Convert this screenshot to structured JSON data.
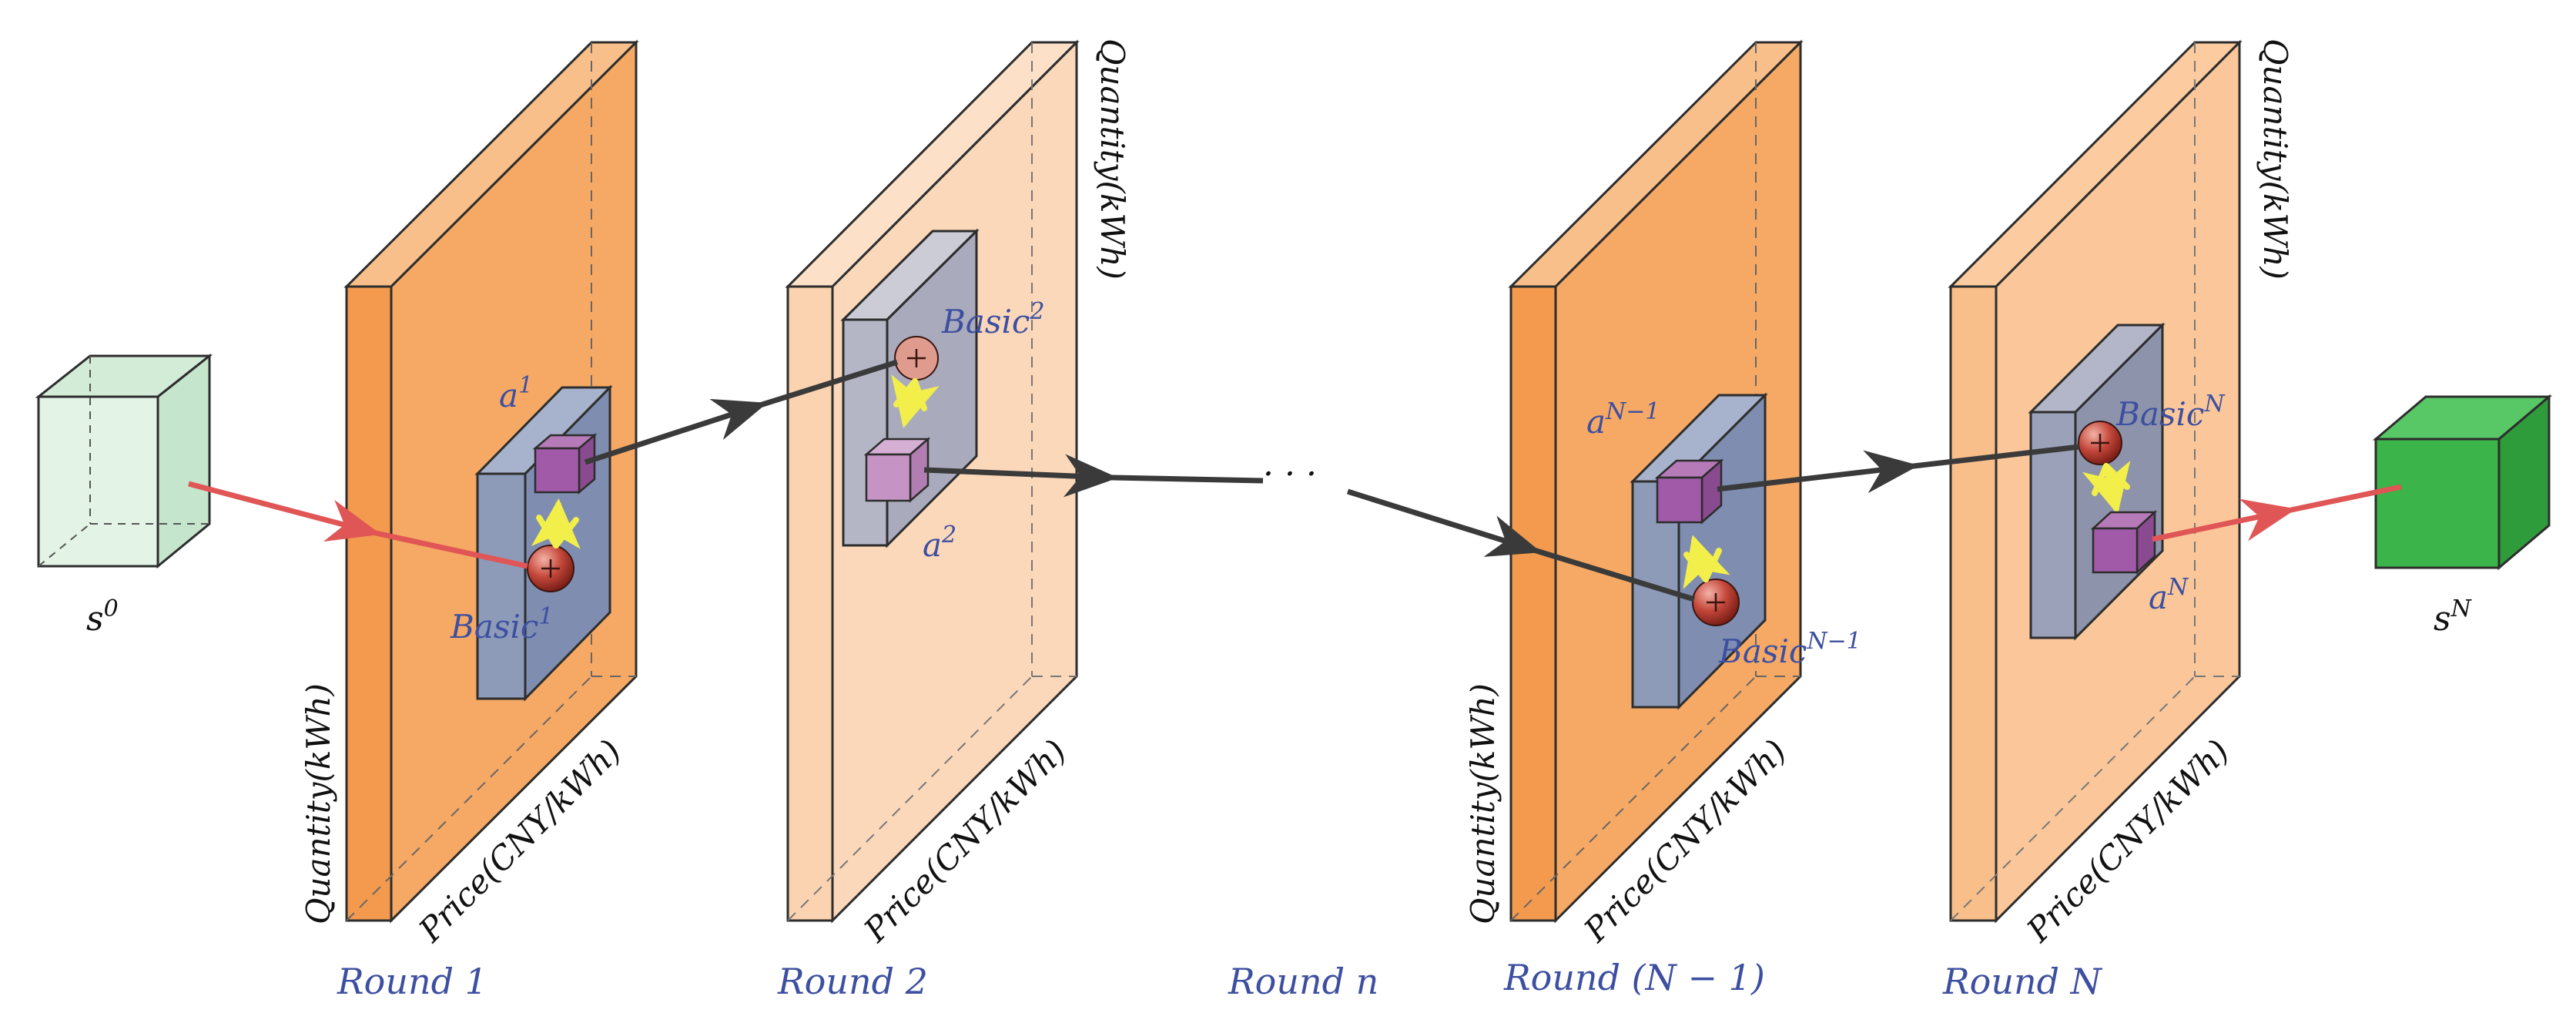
{
  "states": {
    "start": {
      "base": "s",
      "sup": "0",
      "color": "#e3f3e6"
    },
    "end": {
      "base": "s",
      "sup": "N",
      "color": "#3bb54a"
    }
  },
  "panels": [
    {
      "round": "Round 1",
      "axis_q": "Quantity(kWh)",
      "axis_p": "Price(CNY/kWh)",
      "action": {
        "base": "a",
        "sup": "1"
      },
      "basic": {
        "base": "Basic",
        "sup": "1"
      },
      "shade": "dark"
    },
    {
      "round": "Round 2",
      "axis_q": "Quantity(kWh)",
      "axis_p": "Price(CNY/kWh)",
      "action": {
        "base": "a",
        "sup": "2"
      },
      "basic": {
        "base": "Basic",
        "sup": "2"
      },
      "shade": "light"
    },
    {
      "round": "Round (N − 1)",
      "axis_q": "Quantity(kWh)",
      "axis_p": "Price(CNY/kWh)",
      "action": {
        "base": "a",
        "sup": "N−1"
      },
      "basic": {
        "base": "Basic",
        "sup": "N−1"
      },
      "shade": "dark"
    },
    {
      "round": "Round N",
      "axis_q": "Quantity(kWh)",
      "axis_p": "Price(CNY/kWh)",
      "action": {
        "base": "a",
        "sup": "N"
      },
      "basic": {
        "base": "Basic",
        "sup": "N"
      },
      "shade": "light"
    }
  ],
  "middle": {
    "round": "Round n",
    "ellipsis": "· · ·"
  },
  "colors": {
    "panel_dark": "#f6a964",
    "panel_light": "#fbd3b0",
    "inner_block": "#8d9bb8",
    "inner_block_light": "#b4b6c5",
    "cube_purple": "#a05aa8",
    "cube_purple_light": "#c594c4",
    "ball": "#c4473a",
    "arrow_red": "#e05555",
    "arrow_dark": "#3a3a3a",
    "arrow_yellow": "#f2ee4a",
    "label_blue": "#3d4fa0"
  }
}
